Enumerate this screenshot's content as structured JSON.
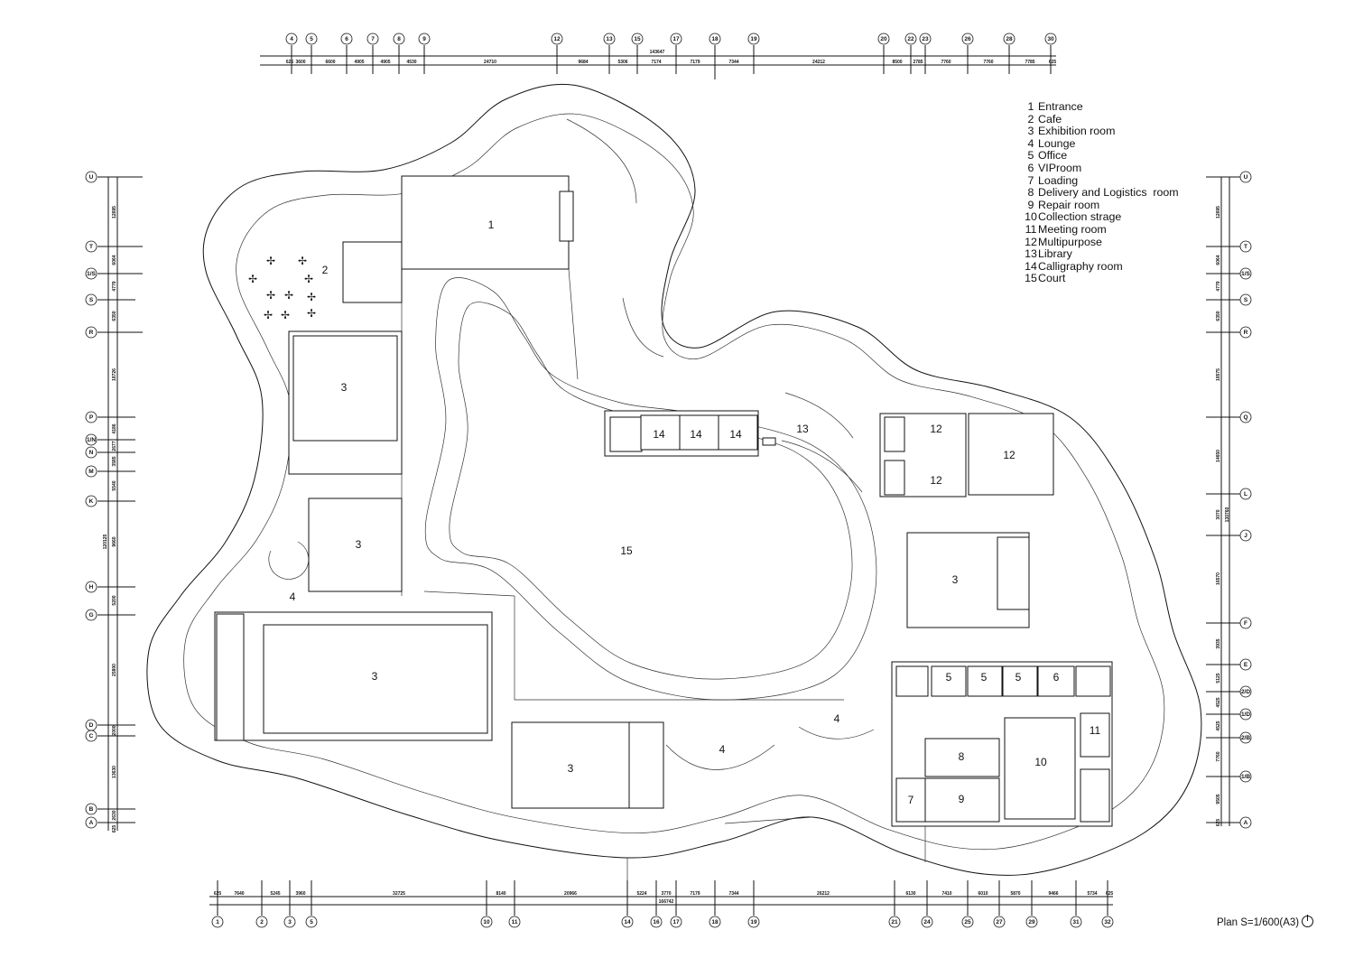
{
  "title": "Plan S=1/600(A3)",
  "legend": [
    {
      "num": "1",
      "label": "Entrance"
    },
    {
      "num": "2",
      "label": "Cafe"
    },
    {
      "num": "3",
      "label": "Exhibition room"
    },
    {
      "num": "4",
      "label": "Lounge"
    },
    {
      "num": "5",
      "label": "Office"
    },
    {
      "num": "6",
      "label": "VIProom"
    },
    {
      "num": "7",
      "label": "Loading"
    },
    {
      "num": "8",
      "label": "Delivery and Logistics  room"
    },
    {
      "num": "9",
      "label": "Repair room"
    },
    {
      "num": "10",
      "label": "Collection strage"
    },
    {
      "num": "11",
      "label": "Meeting room"
    },
    {
      "num": "12",
      "label": "Multipurpose"
    },
    {
      "num": "13",
      "label": "Library"
    },
    {
      "num": "14",
      "label": "Calligraphy room"
    },
    {
      "num": "15",
      "label": "Court"
    }
  ],
  "room_tags": [
    "1",
    "2",
    "3",
    "3",
    "3",
    "3",
    "3",
    "4",
    "4",
    "4",
    "12",
    "12",
    "12",
    "14",
    "14",
    "14",
    "13",
    "15",
    "5",
    "5",
    "5",
    "6",
    "11",
    "8",
    "9",
    "10",
    "7"
  ],
  "grid": {
    "top": [
      "4",
      "5",
      "6",
      "7",
      "8",
      "9",
      "12",
      "13",
      "15",
      "17",
      "18",
      "19",
      "20",
      "22",
      "23",
      "26",
      "28",
      "30"
    ],
    "bottom": [
      "1",
      "2",
      "3",
      "5",
      "10",
      "11",
      "14",
      "16",
      "17",
      "18",
      "19",
      "21",
      "24",
      "25",
      "27",
      "29",
      "31",
      "32"
    ],
    "left": [
      "U",
      "T",
      "1/S",
      "S",
      "R",
      "P",
      "1/N",
      "N",
      "M",
      "K",
      "H",
      "G",
      "D",
      "C",
      "B",
      "A"
    ],
    "right": [
      "U",
      "T",
      "1/S",
      "S",
      "R",
      "Q",
      "L",
      "J",
      "F",
      "E",
      "2/D",
      "1/D",
      "2/B",
      "1/B",
      "A"
    ]
  },
  "dimensions": {
    "top": [
      "625",
      "3600",
      "6600",
      "4905",
      "4905",
      "4530",
      "24710",
      "9684",
      "5306",
      "7174",
      "7179",
      "7344",
      "24212",
      "8500",
      "2785",
      "7760",
      "7760",
      "7785",
      "625"
    ],
    "top_total": "143647",
    "bottom": [
      "625",
      "7640",
      "5245",
      "3960",
      "32725",
      "8140",
      "20966",
      "5224",
      "3770",
      "7179",
      "7344",
      "26212",
      "6130",
      "7410",
      "6010",
      "5870",
      "9466",
      "5734",
      "625"
    ],
    "bottom_total": "166742",
    "left": [
      "12695",
      "6064",
      "4779",
      "6350",
      "18726",
      "4186",
      "2677",
      "3585",
      "5540",
      "9660",
      "5200",
      "25800",
      "2000",
      "13630",
      "2630",
      "625"
    ],
    "left_total": "120125",
    "right": [
      "12695",
      "6064",
      "4779",
      "6350",
      "18575",
      "14650",
      "3070",
      "16570",
      "3935",
      "5125",
      "4525",
      "4525",
      "7760",
      "9505",
      "625"
    ],
    "right_total": "130760"
  }
}
